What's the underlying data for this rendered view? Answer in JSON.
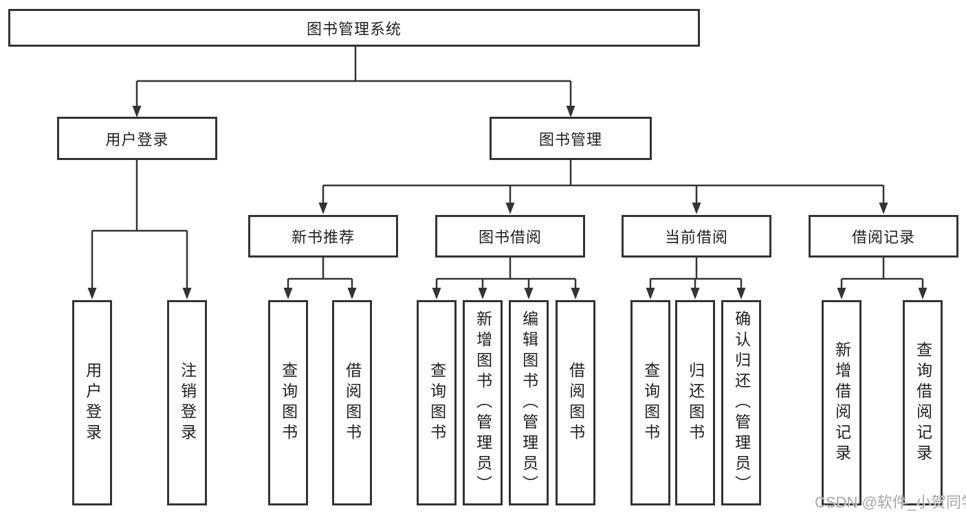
{
  "diagram": {
    "root": {
      "label": "图书管理系统"
    },
    "children": [
      {
        "label": "用户登录",
        "children": [
          {
            "label": "用户登录"
          },
          {
            "label": "注销登录"
          }
        ]
      },
      {
        "label": "图书管理",
        "children": [
          {
            "label": "新书推荐",
            "children": [
              {
                "label": "查询图书"
              },
              {
                "label": "借阅图书"
              }
            ]
          },
          {
            "label": "图书借阅",
            "children": [
              {
                "label": "查询图书"
              },
              {
                "label": "新增图书（管理员）"
              },
              {
                "label": "编辑图书（管理员）"
              },
              {
                "label": "借阅图书"
              }
            ]
          },
          {
            "label": "当前借阅",
            "children": [
              {
                "label": "查询图书"
              },
              {
                "label": "归还图书"
              },
              {
                "label": "确认归还（管理员）"
              }
            ]
          },
          {
            "label": "借阅记录",
            "children": [
              {
                "label": "新增借阅记录"
              },
              {
                "label": "查询借阅记录"
              }
            ]
          }
        ]
      }
    ]
  },
  "watermark": {
    "text": "CSDN @软件_小贺同学"
  },
  "colors": {
    "line": "#333333",
    "text": "#1f1f1f",
    "watermark": "#a6a6a6",
    "background": "#ffffff"
  }
}
